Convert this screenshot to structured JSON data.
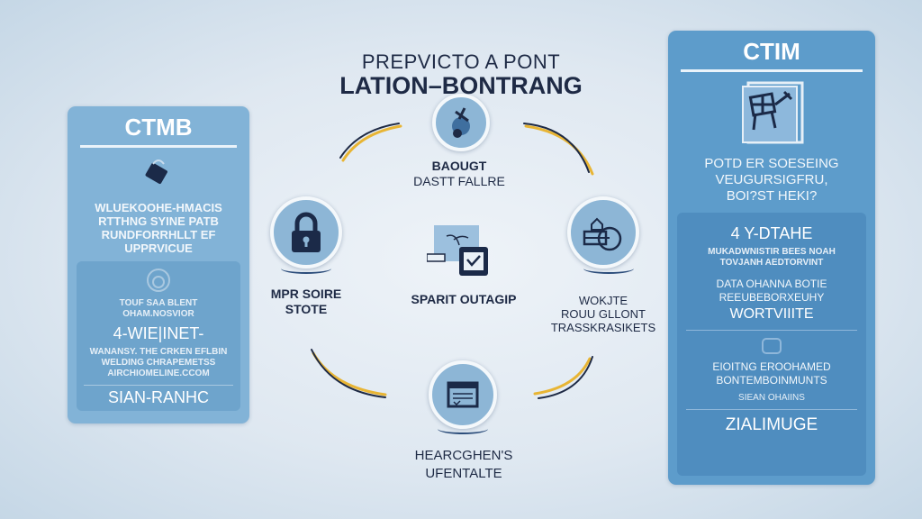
{
  "header": {
    "title_line1": "PREPVICTO A PONT",
    "title_line2": "LATION–BONTRANG"
  },
  "left_panel": {
    "title": "CTMB",
    "icon": "bag-icon",
    "text_lines": [
      "WLUEKOOHE-HMACIS",
      "RTTHNG SYINE PATB",
      "RUNDFORRHLLT EF",
      "UPPRVICUE"
    ],
    "inner": {
      "icon": "face-badge-icon",
      "small_lines": [
        "TOUF SAA BLENT",
        "OHAM.NOSVIOR"
      ],
      "heading": "4-WIE|INET-",
      "detail_lines": [
        "WANANSY. THE CRKEN EFLBIN",
        "WELDING CHRAPEMETSS",
        "AIRCHIOMELINE.CCOM"
      ],
      "footer": "SIAN-RANHC"
    }
  },
  "right_panel": {
    "title": "CTIM",
    "icon": "checklist-board-icon",
    "text_lines": [
      "POTD ER SOESEING",
      "VEUGURSIGFRU,",
      "BOI?ST HEKI?"
    ],
    "inner": {
      "heading": "4 Y-DTAHE",
      "lines_a": [
        "MUKADWNISTIR BEES NOAH",
        "TOVJANH AEDTORVINT"
      ],
      "lines_b": [
        "DATA OHANNA BOTIE",
        "REEUBEBORXEUHY"
      ],
      "subheading": "WORTVIIITE",
      "lines_c": [
        "EIOITNG EROOHAMED",
        "BONTEMBOINMUNTS"
      ],
      "small": "SIEAN OHAIINS",
      "footer": "ZIALIMUGE"
    }
  },
  "cycle": {
    "top": {
      "icon": "globe-satellite-icon",
      "label_lines": [
        "BAOUGT",
        "DASTT FALLRE"
      ]
    },
    "left": {
      "icon": "padlock-icon",
      "label_lines": [
        "MPR SOIRE",
        "STOTE"
      ]
    },
    "center": {
      "icon": "document-checkbox-icon",
      "label": "SPARIT OUTAGIP"
    },
    "right": {
      "icon": "house-card-icon",
      "label_lines": [
        "WOKJTE",
        "ROUU GLLONT",
        "TRASSKRASIKETS"
      ]
    },
    "bottom": {
      "icon": "calendar-icon",
      "label_lines": [
        "HEARCGHEN'S",
        "UFENTALTE"
      ]
    }
  },
  "colors": {
    "accent_dark": "#1e2a45",
    "accent_yellow": "#e8b534",
    "panel_left": "#82b3d7",
    "panel_right": "#5d9ccb"
  }
}
